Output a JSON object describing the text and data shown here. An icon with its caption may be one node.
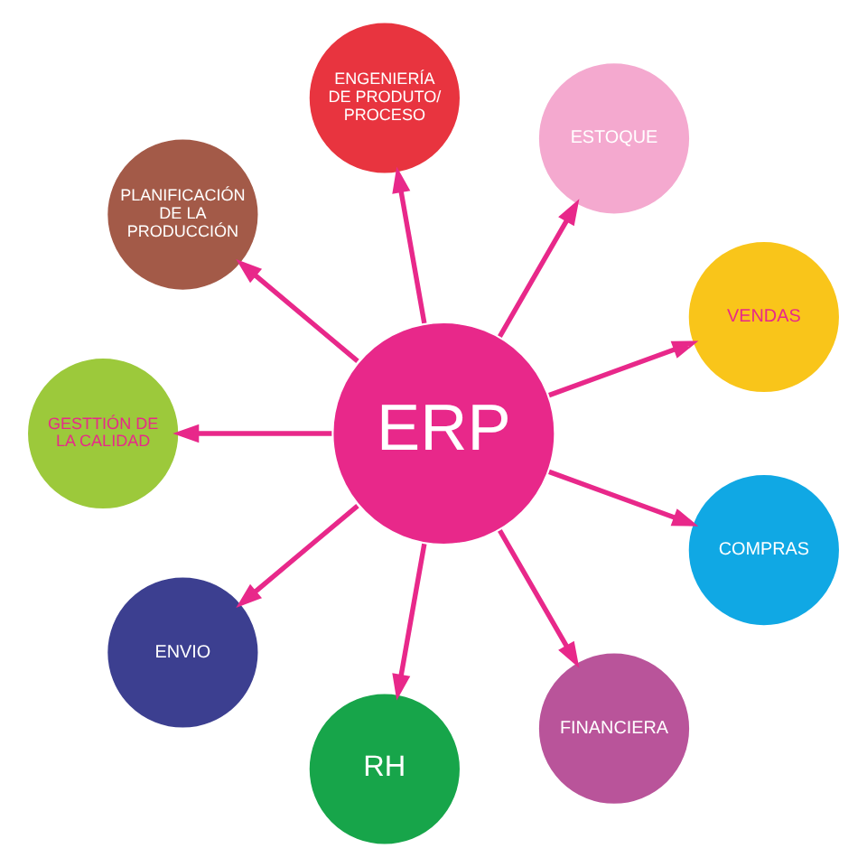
{
  "diagram": {
    "nodes": [
      {
        "text": [
          "ERP"
        ]
      },
      {
        "text": [
          "VENDAS"
        ]
      },
      {
        "text": [
          "ESTOQUE"
        ]
      },
      {
        "text": [
          "ENGENIERÍA DE PRODUTO/ PROCESO"
        ]
      },
      {
        "text": [
          "PLANIFICACIÓN DE LA PRODUCCIÓN"
        ]
      },
      {
        "text": [
          "GESTTIÓN DE LA CALIDAD"
        ]
      },
      {
        "text": [
          "ENVIO"
        ]
      },
      {
        "text": [
          "RH"
        ]
      },
      {
        "text": [
          "FINANCIERA"
        ]
      },
      {
        "text": [
          "COMPRAS"
        ]
      }
    ],
    "edges": [
      {
        "from": 0,
        "to": 1,
        "arrow": "to"
      },
      {
        "from": 0,
        "to": 2,
        "arrow": "to"
      },
      {
        "from": 0,
        "to": 3,
        "arrow": "to"
      },
      {
        "from": 0,
        "to": 4,
        "arrow": "to"
      },
      {
        "from": 0,
        "to": 5,
        "arrow": "to"
      },
      {
        "from": 0,
        "to": 6,
        "arrow": "to"
      },
      {
        "from": 0,
        "to": 7,
        "arrow": "to"
      },
      {
        "from": 0,
        "to": 8,
        "arrow": "to"
      },
      {
        "from": 0,
        "to": 9,
        "arrow": "to"
      }
    ]
  }
}
